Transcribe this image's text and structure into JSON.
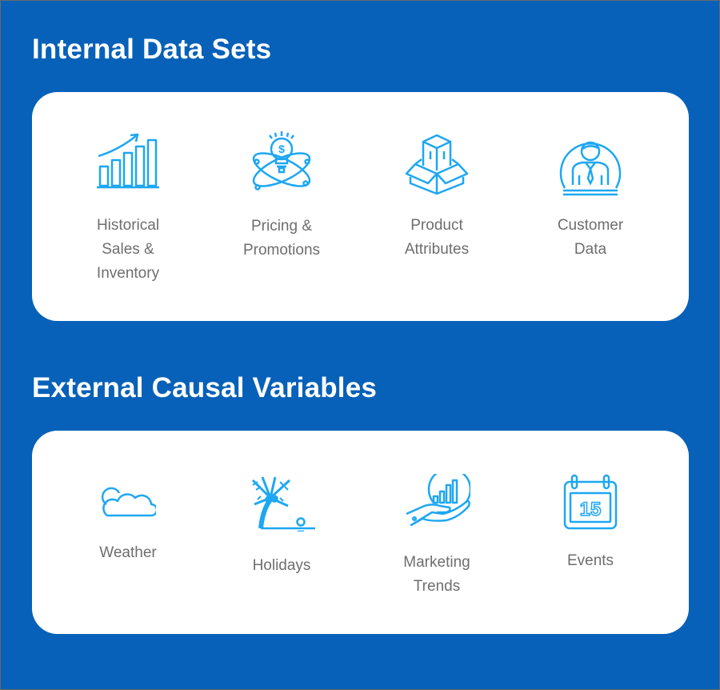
{
  "accent_color": "#1ea7f2",
  "background_color": "#0761b8",
  "internal": {
    "title": "Internal Data Sets",
    "items": [
      {
        "label": "Historical\nSales &\nInventory",
        "icon": "bar-chart-growth-icon"
      },
      {
        "label": "Pricing &\nPromotions",
        "icon": "lightbulb-dollar-orbit-icon"
      },
      {
        "label": "Product\nAttributes",
        "icon": "open-box-icon"
      },
      {
        "label": "Customer\nData",
        "icon": "customer-profile-icon"
      }
    ]
  },
  "external": {
    "title": "External Causal Variables",
    "items": [
      {
        "label": "Weather",
        "icon": "sun-cloud-icon"
      },
      {
        "label": "Holidays",
        "icon": "palm-tree-sunset-icon"
      },
      {
        "label": "Marketing\nTrends",
        "icon": "hand-chart-icon"
      },
      {
        "label": "Events",
        "icon": "calendar-icon"
      }
    ],
    "calendar_day": "15"
  }
}
